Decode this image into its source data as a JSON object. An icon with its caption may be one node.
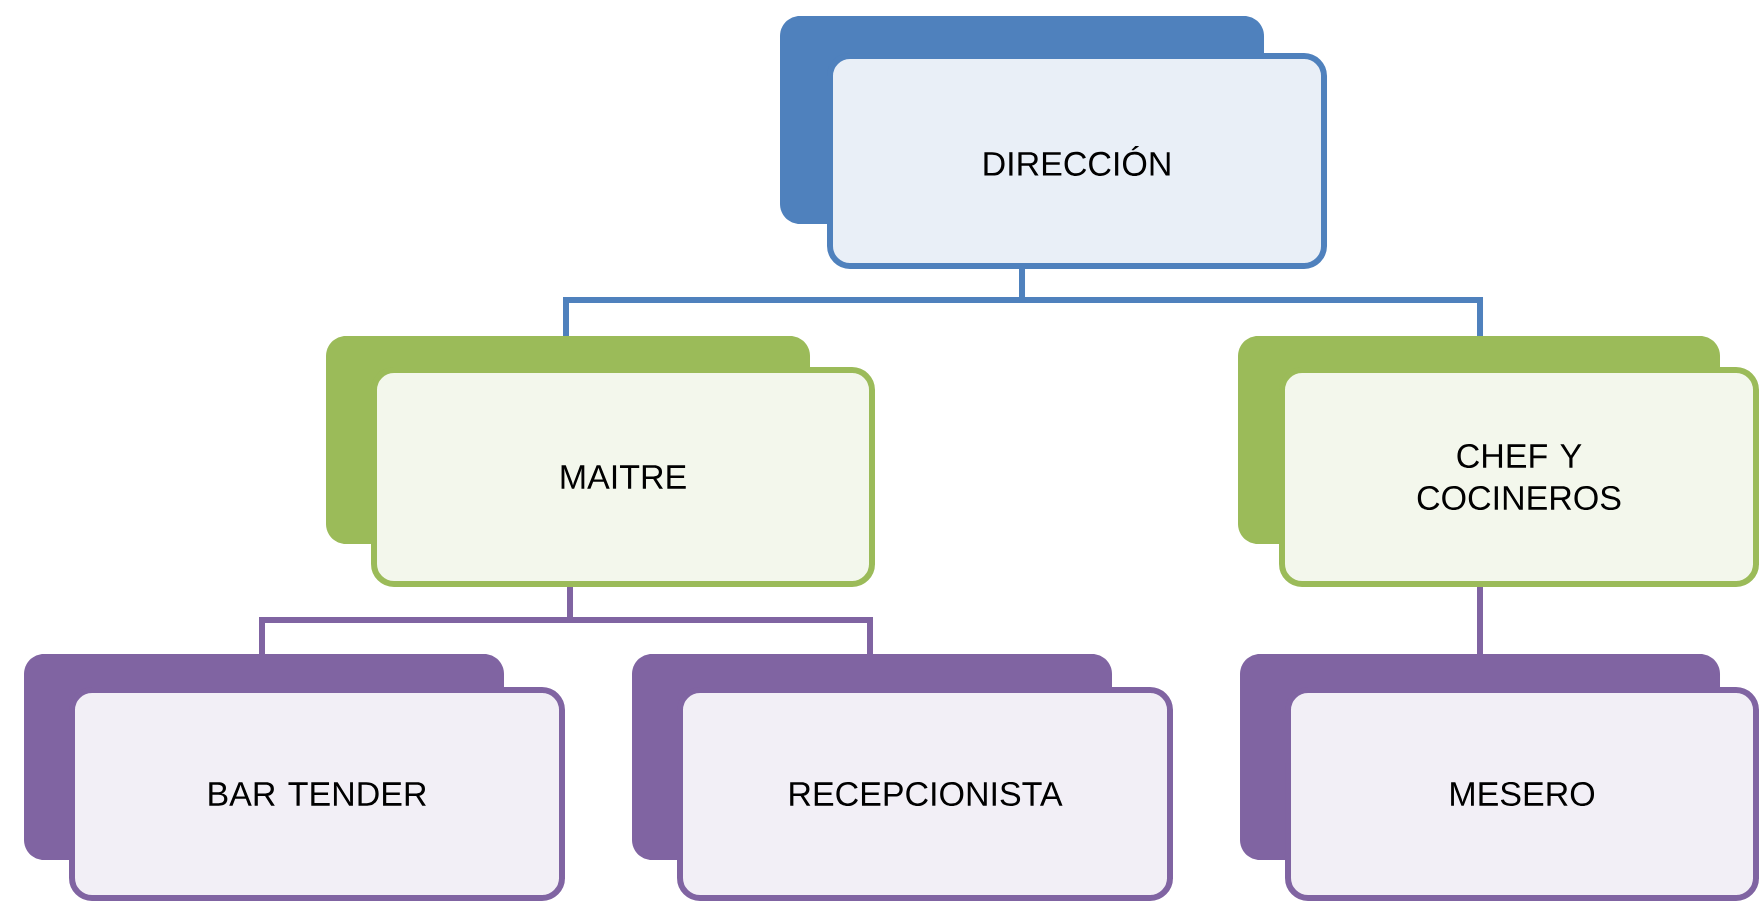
{
  "diagram": {
    "nodes": [
      {
        "text": [
          "DIRECCIÓN"
        ]
      },
      {
        "text": [
          "MAITRE"
        ]
      },
      {
        "text": [
          "CHEF Y COCINEROS"
        ]
      },
      {
        "text": [
          "BAR TENDER"
        ]
      },
      {
        "text": [
          "RECEPCIONISTA"
        ]
      },
      {
        "text": [
          "MESERO"
        ]
      }
    ],
    "edges": [
      {
        "from": 0,
        "to": 1,
        "arrow": "none"
      },
      {
        "from": 0,
        "to": 2,
        "arrow": "none"
      },
      {
        "from": 1,
        "to": 3,
        "arrow": "none",
        "color": "#8064a2"
      },
      {
        "from": 1,
        "to": 4,
        "arrow": "none",
        "color": "#8064a2"
      },
      {
        "from": 2,
        "to": 5,
        "arrow": "none",
        "color": "#8064a2"
      }
    ]
  }
}
